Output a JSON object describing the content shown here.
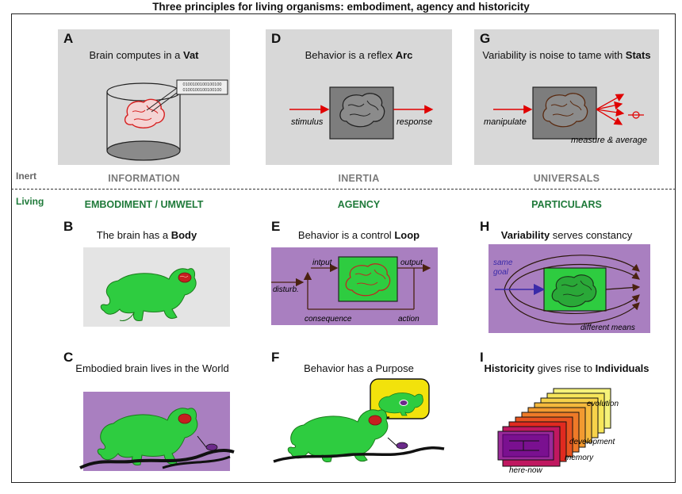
{
  "title": "Three principles for living organisms: embodiment, agency and historicity",
  "rows": {
    "inert": "Inert",
    "living": "Living"
  },
  "categories": {
    "information": "INFORMATION",
    "inertia": "INERTIA",
    "universals": "UNIVERSALS",
    "embodiment": "EMBODIMENT / UMWELT",
    "agency": "AGENCY",
    "particulars": "PARTICULARS"
  },
  "panels": {
    "A": {
      "letter": "A",
      "pre": "Brain computes in a ",
      "bold": "Vat",
      "post": ""
    },
    "D": {
      "letter": "D",
      "pre": "Behavior is a reflex ",
      "bold": "Arc",
      "post": "",
      "labels": {
        "stimulus": "stimulus",
        "response": "response"
      }
    },
    "G": {
      "letter": "G",
      "pre": "Variability is noise to tame with ",
      "bold": "Stats",
      "post": "",
      "labels": {
        "manipulate": "manipulate",
        "measure": "measure & average"
      }
    },
    "B": {
      "letter": "B",
      "pre": "The brain has a ",
      "bold": "Body",
      "post": ""
    },
    "C": {
      "letter": "C",
      "pre": "Embodied brain lives in the World",
      "bold": "",
      "post": ""
    },
    "E": {
      "letter": "E",
      "pre": "Behavior is a control ",
      "bold": "Loop",
      "post": "",
      "labels": {
        "input": "intput",
        "output": "output",
        "disturb": "disturb.",
        "consequence": "consequence",
        "action": "action"
      }
    },
    "F": {
      "letter": "F",
      "pre": "Behavior has a Purpose",
      "bold": "",
      "post": ""
    },
    "H": {
      "letter": "H",
      "pre": "",
      "bold": "Variability",
      "post": " serves constancy",
      "labels": {
        "same": "same",
        "goal": "goal",
        "means": "different means"
      }
    },
    "I": {
      "letter": "I",
      "pre": "",
      "bold": "Historicity",
      "post": " gives rise to ",
      "bold2": "Individuals",
      "labels": {
        "evolution": "evolution",
        "development": "development",
        "memory": "memory",
        "herenow": "here-now"
      }
    }
  },
  "colors": {
    "grey_panel": "#d8d8d8",
    "purple_panel": "#a97fc0",
    "light_panel": "#e4e4e4",
    "cat_green": "#1f7a3a",
    "body_green": "#2ecc40",
    "brain_red": "#d62020",
    "arrow_red": "#e00000",
    "arrow_brown": "#4a2210"
  },
  "icons": [
    "vat-icon",
    "brain-icon",
    "cat-icon",
    "mouse-icon",
    "arrow-icon",
    "thought-bubble-icon",
    "stacked-layers-icon"
  ]
}
